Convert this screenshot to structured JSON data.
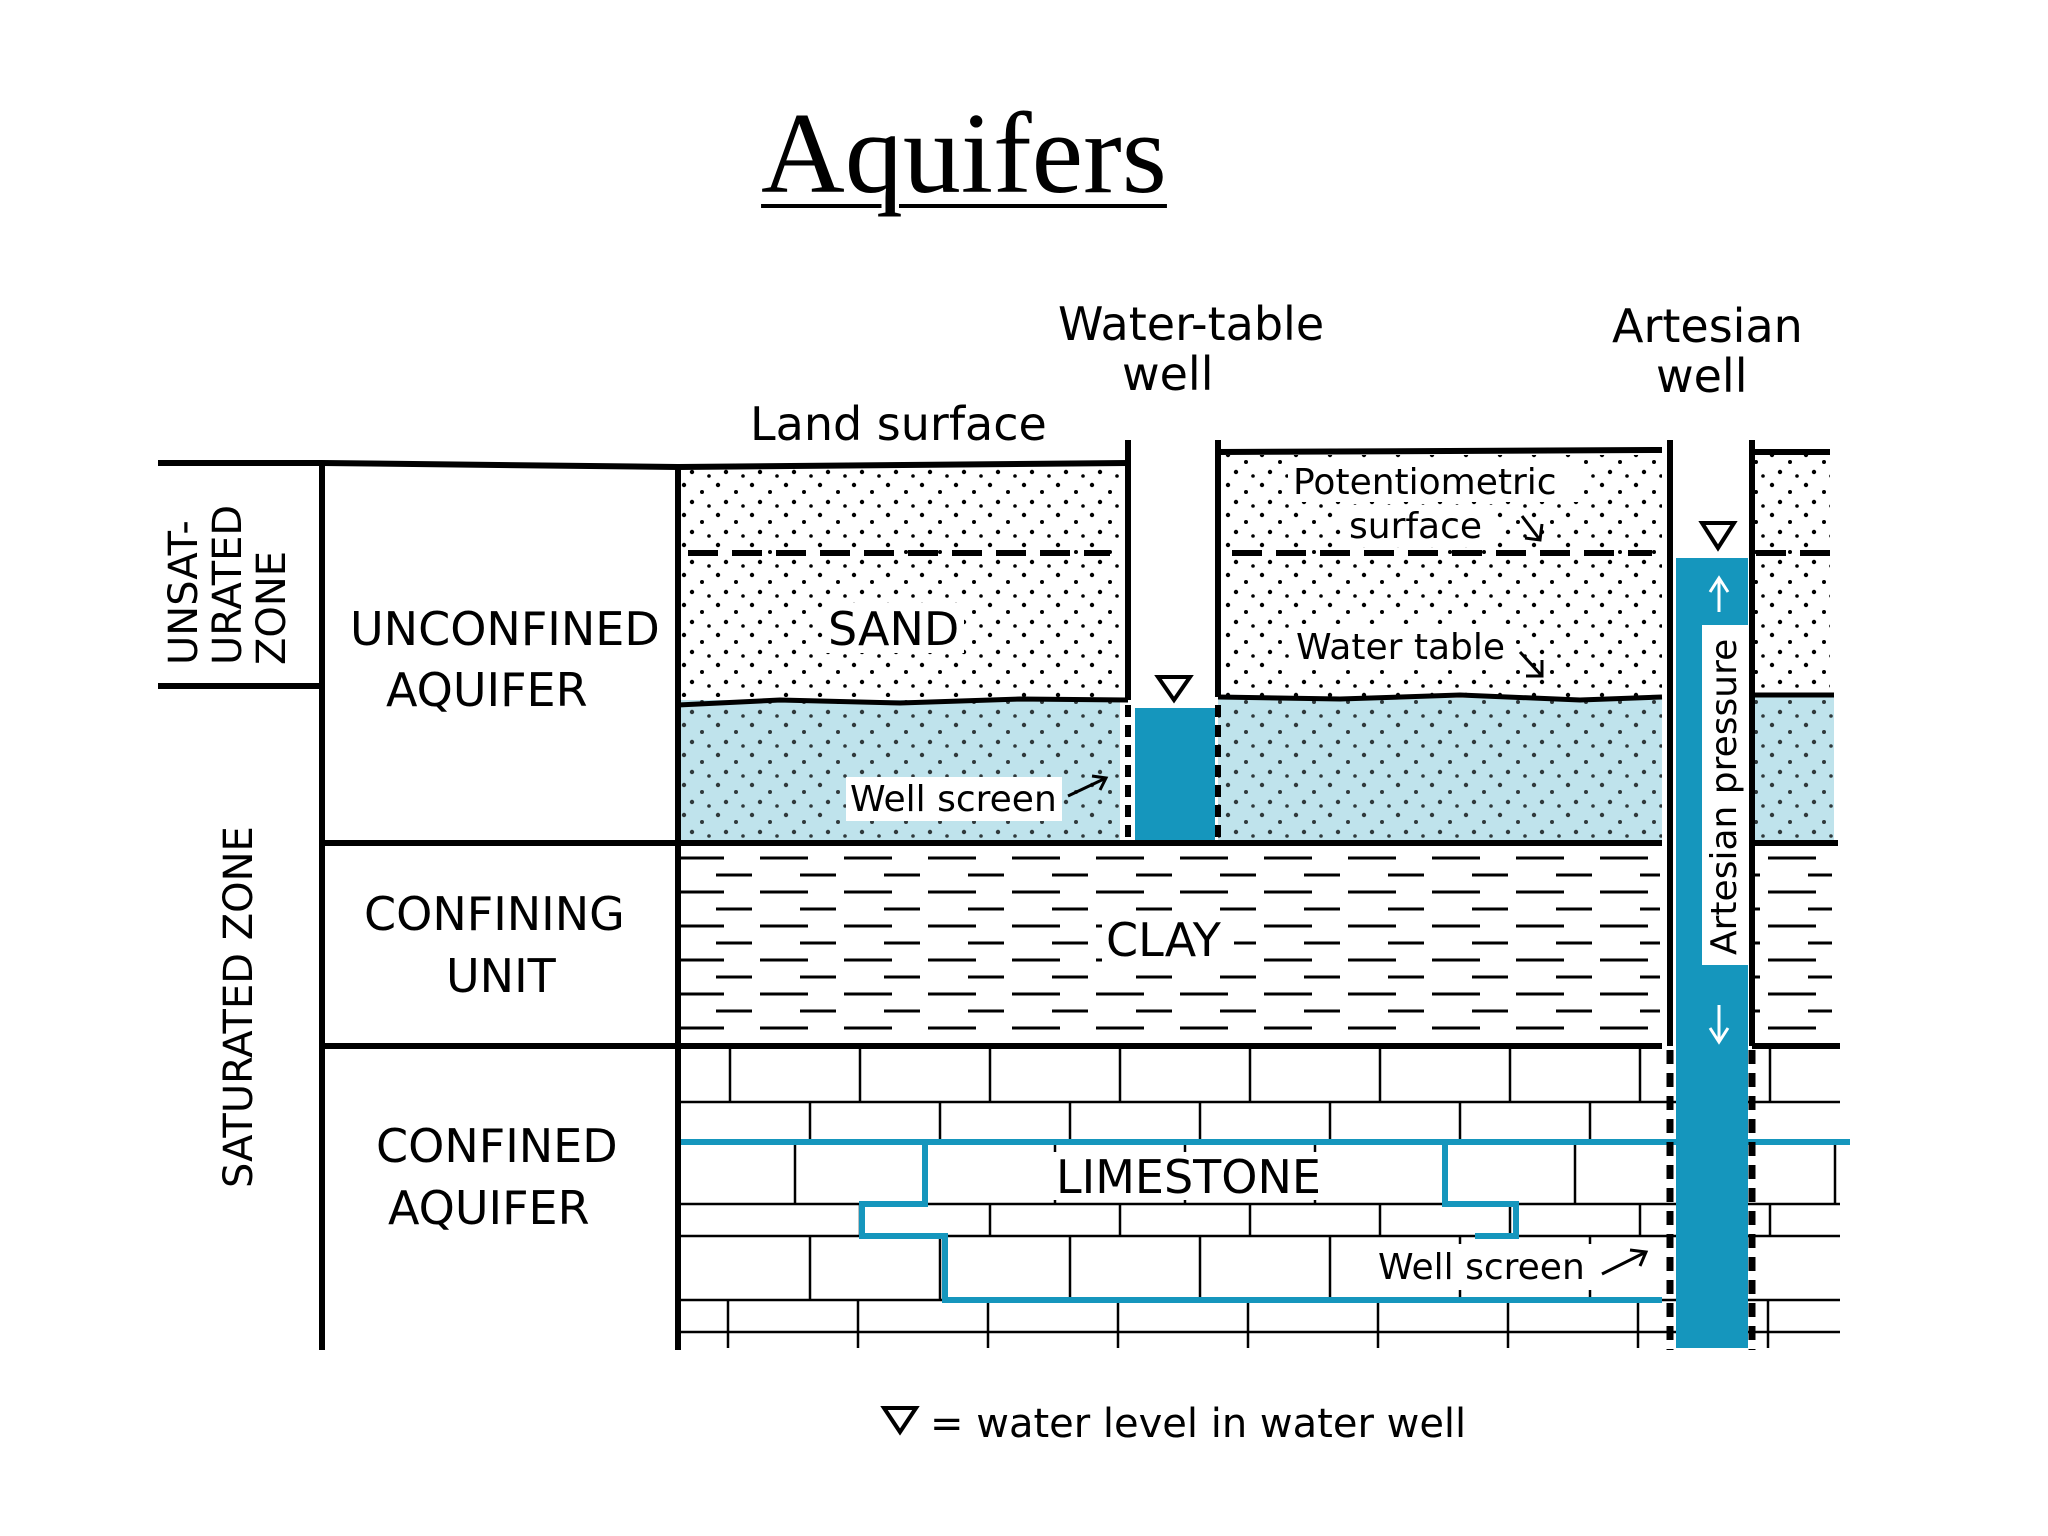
{
  "title": "Aquifers",
  "labels": {
    "land_surface": "Land surface",
    "water_table_well": [
      "Water-table",
      "well"
    ],
    "artesian_well": [
      "Artesian",
      "well"
    ],
    "potentiometric_surface": [
      "Potentiometric",
      "surface"
    ],
    "water_table": "Water table",
    "sand": "SAND",
    "clay": "CLAY",
    "limestone": "LIMESTONE",
    "well_screen_upper": "Well screen",
    "well_screen_lower": "Well screen",
    "artesian_pressure": "Artesian pressure",
    "unsaturated_zone": [
      "UNSAT-",
      "URATED",
      "ZONE"
    ],
    "saturated_zone": "SATURATED ZONE",
    "unconfined_aquifer": [
      "UNCONFINED",
      "AQUIFER"
    ],
    "confining_unit": [
      "CONFINING",
      "UNIT"
    ],
    "confined_aquifer": [
      "CONFINED",
      "AQUIFER"
    ],
    "legend": "= water level in water well"
  },
  "colors": {
    "water_light": "#bfe3ec",
    "water_dark": "#1596bd",
    "line": "#000000"
  }
}
